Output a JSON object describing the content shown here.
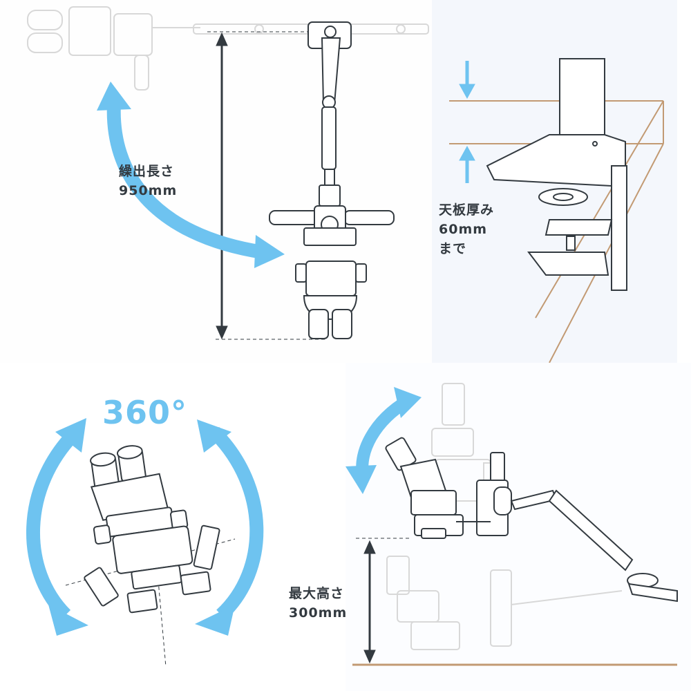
{
  "reach": {
    "label": "繰出長さ",
    "value": "950mm"
  },
  "clamp": {
    "label": "天板厚み",
    "value": "60mm",
    "suffix": "まで"
  },
  "rotation": {
    "value": "360°"
  },
  "height": {
    "label": "最大高さ",
    "value": "300mm"
  },
  "colors": {
    "arrow": "#6ec3f0",
    "line": "#333a40",
    "wood": "#c29a73",
    "ghost": "#d8d8d8",
    "panel": "#f4f7fc"
  },
  "icons": [
    "curved-arrow-icon",
    "dimension-arrow-icon",
    "microscope-icon",
    "clamp-icon"
  ]
}
